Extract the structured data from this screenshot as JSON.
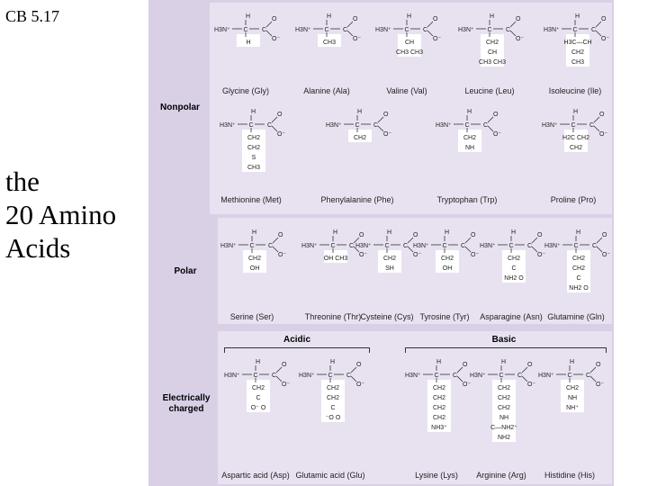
{
  "slide": {
    "label": "CB 5.17",
    "title_lines": [
      "the",
      "20 Amino",
      "Acids"
    ]
  },
  "categories": {
    "nonpolar": "Nonpolar",
    "polar": "Polar",
    "charged_line1": "Electrically",
    "charged_line2": "charged",
    "acidic": "Acidic",
    "basic": "Basic"
  },
  "amino_acids": [
    {
      "name": "Glycine (Gly)",
      "side_chain": [
        "H"
      ]
    },
    {
      "name": "Alanine (Ala)",
      "side_chain": [
        "CH3"
      ]
    },
    {
      "name": "Valine (Val)",
      "side_chain": [
        "CH",
        "CH3  CH3"
      ]
    },
    {
      "name": "Leucine (Leu)",
      "side_chain": [
        "CH2",
        "CH",
        "CH3  CH3"
      ]
    },
    {
      "name": "Isoleucine (Ile)",
      "side_chain": [
        "H3C—CH",
        "CH2",
        "CH3"
      ]
    },
    {
      "name": "Methionine (Met)",
      "side_chain": [
        "CH2",
        "CH2",
        "S",
        "CH3"
      ]
    },
    {
      "name": "Phenylalanine (Phe)",
      "side_chain": [
        "CH2"
      ]
    },
    {
      "name": "Tryptophan (Trp)",
      "side_chain": [
        "CH2",
        "NH"
      ]
    },
    {
      "name": "Proline (Pro)",
      "side_chain": [
        "H2C  CH2",
        "CH2"
      ]
    },
    {
      "name": "Serine (Ser)",
      "side_chain": [
        "CH2",
        "OH"
      ]
    },
    {
      "name": "Threonine (Thr)",
      "side_chain": [
        "OH  CH3"
      ]
    },
    {
      "name": "Cysteine (Cys)",
      "side_chain": [
        "CH2",
        "SH"
      ]
    },
    {
      "name": "Tyrosine (Tyr)",
      "side_chain": [
        "CH2",
        "OH"
      ]
    },
    {
      "name": "Asparagine (Asn)",
      "side_chain": [
        "CH2",
        "C",
        "NH2  O"
      ]
    },
    {
      "name": "Glutamine (Gln)",
      "side_chain": [
        "CH2",
        "CH2",
        "C",
        "NH2  O"
      ]
    },
    {
      "name": "Aspartic acid (Asp)",
      "side_chain": [
        "CH2",
        "C",
        "O⁻  O"
      ]
    },
    {
      "name": "Glutamic acid (Glu)",
      "side_chain": [
        "CH2",
        "CH2",
        "C",
        "⁻O  O"
      ]
    },
    {
      "name": "Lysine (Lys)",
      "side_chain": [
        "CH2",
        "CH2",
        "CH2",
        "CH2",
        "NH3⁺"
      ]
    },
    {
      "name": "Arginine (Arg)",
      "side_chain": [
        "CH2",
        "CH2",
        "CH2",
        "NH",
        "C—NH2⁺",
        "NH2"
      ]
    },
    {
      "name": "Histidine (His)",
      "side_chain": [
        "CH2",
        "NH",
        "NH⁺"
      ]
    }
  ],
  "backbone": {
    "amine": "H3N⁺",
    "alpha_c": "C",
    "h": "H",
    "carboxyl_c": "C",
    "o_double": "O",
    "o_minus": "O⁻"
  }
}
